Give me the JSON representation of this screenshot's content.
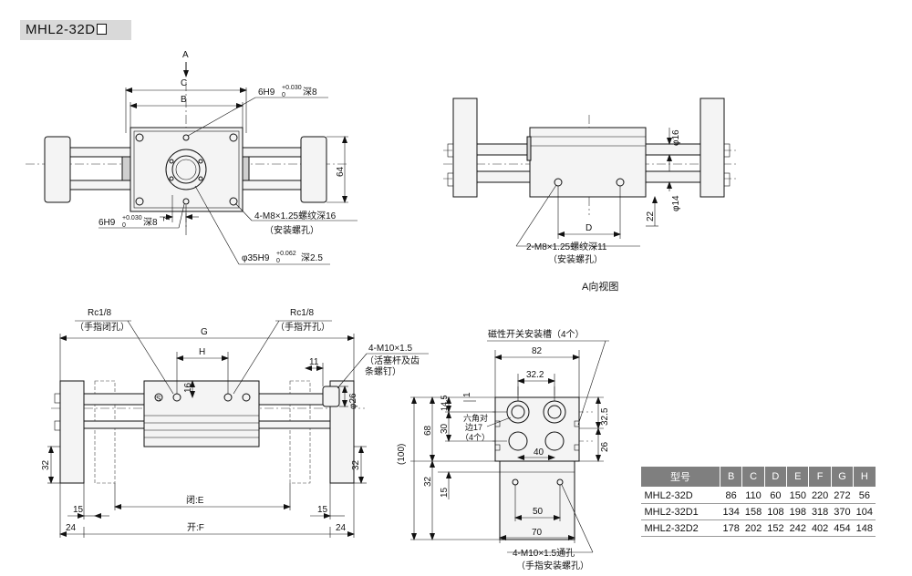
{
  "title": {
    "model": "MHL2-32D"
  },
  "top_left_view": {
    "label_a": "A",
    "dim_c": "C",
    "dim_b": "B",
    "hole_top": "6H9 +0.030/0 深8",
    "hole_top_base": "6H9",
    "hole_top_tol_up": "+0.030",
    "hole_top_tol_dn": "0",
    "hole_top_depth": "深8",
    "dim_64": "64",
    "dim_7": "7",
    "hole_bottom_base": "6H9",
    "hole_bottom_tol_up": "+0.030",
    "hole_bottom_tol_dn": "0",
    "hole_bottom_depth": "深8",
    "thread_mount": "4-M8×1.25螺纹深16",
    "thread_mount_note": "（安装螺孔）",
    "bore_base": "φ35H9",
    "bore_tol_up": "+0.062",
    "bore_tol_dn": "0",
    "bore_depth": "深2.5"
  },
  "top_right_view": {
    "dim_16": "φ16",
    "dim_14": "φ14",
    "dim_22": "22",
    "dim_d": "D",
    "thread": "2-M8×1.25螺纹深11",
    "thread_note": "（安装螺孔）",
    "caption": "A向视图"
  },
  "bottom_left_view": {
    "port_close": "Rc1/8",
    "port_close_note": "（手指闭孔）",
    "port_open": "Rc1/8",
    "port_open_note": "（手指开孔）",
    "dim_g": "G",
    "dim_h": "H",
    "dim_16": "16",
    "dim_11": "11",
    "dim_26": "φ26",
    "thread": "4-M10×1.5",
    "thread_note1": "（活塞杆及齿",
    "thread_note2": "条螺钉）",
    "dim_32_left": "32",
    "dim_32_right": "32",
    "dim_15_left": "15",
    "dim_15_right": "15",
    "dim_24_left": "24",
    "dim_24_right": "24",
    "dim_closed": "闭:E",
    "dim_open": "开:F",
    "symbol_s": "S"
  },
  "bottom_middle_view": {
    "slot": "磁性开关安装槽（4个）",
    "dim_82": "82",
    "dim_32_2": "32.2",
    "dim_1": "1",
    "dim_14_5": "14.5",
    "dim_30": "30",
    "dim_68": "68",
    "dim_100": "(100)",
    "dim_32": "32",
    "dim_15": "15",
    "hex": "六角对",
    "hex2": "边17",
    "hex3": "（4个）",
    "dim_32_5": "32.5",
    "dim_26": "26",
    "dim_40": "40",
    "dim_50": "50",
    "dim_70": "70",
    "thread": "4-M10×1.5通孔",
    "thread_note": "（手指安装螺孔）"
  },
  "spec_table": {
    "headers": [
      "型号",
      "B",
      "C",
      "D",
      "E",
      "F",
      "G",
      "H"
    ],
    "rows": [
      [
        "MHL2-32D",
        "86",
        "110",
        "60",
        "150",
        "220",
        "272",
        "56"
      ],
      [
        "MHL2-32D1",
        "134",
        "158",
        "108",
        "198",
        "318",
        "370",
        "104"
      ],
      [
        "MHL2-32D2",
        "178",
        "202",
        "152",
        "242",
        "402",
        "454",
        "148"
      ]
    ]
  }
}
